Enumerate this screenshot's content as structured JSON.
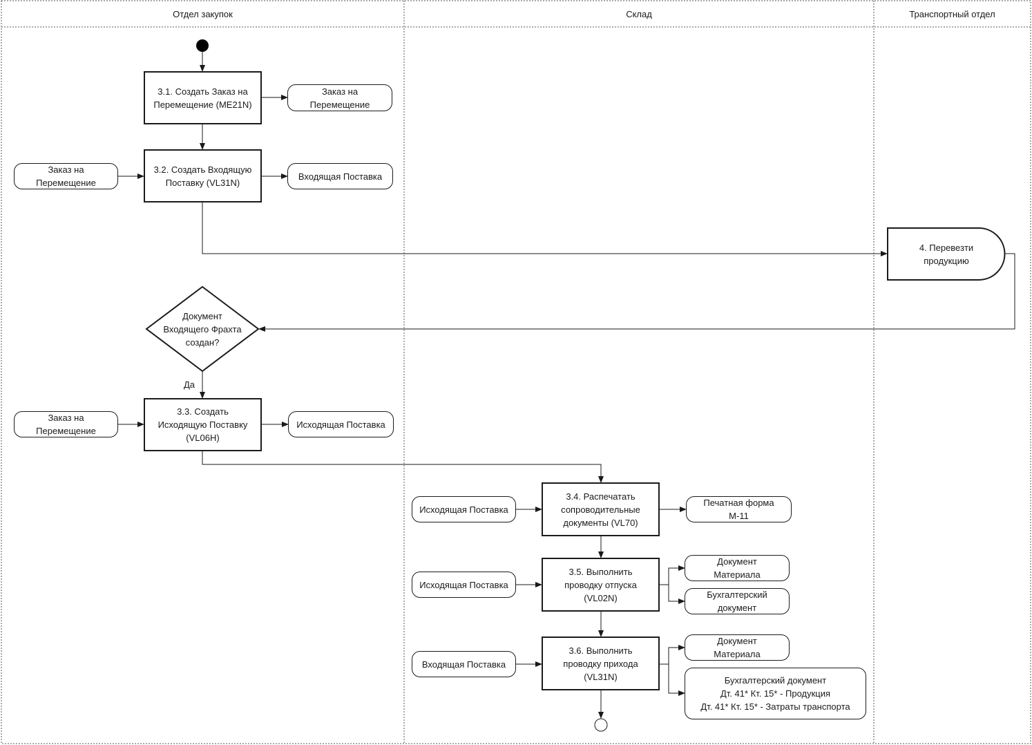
{
  "lanes": {
    "purchasing": "Отдел закупок",
    "warehouse": "Склад",
    "transport": "Транспортный отдел"
  },
  "steps": {
    "s31": "3.1. Создать Заказ на\nПеремещение (ME21N)",
    "s32": "3.2. Создать Входящую\nПоставку (VL31N)",
    "s33": "3.3. Создать\nИсходящую Поставку\n(VL06H)",
    "s34": "3.4. Распечатать\nсопроводительные\nдокументы (VL70)",
    "s35": "3.5. Выполнить\nпроводку отпуска\n(VL02N)",
    "s36": "3.6. Выполнить\nпроводку прихода\n(VL31N)",
    "s4": "4. Перевезти\nпродукцию"
  },
  "decision": {
    "text": "Документ\nВходящего Фрахта\nсоздан?",
    "yes_label": "Да"
  },
  "docs": {
    "order_out_31": "Заказ на\nПеремещение",
    "order_in_32": "Заказ на\nПеремещение",
    "inbound_out_32": "Входящая Поставка",
    "order_in_33": "Заказ на\nПеремещение",
    "outbound_out_33": "Исходящая Поставка",
    "outbound_in_34": "Исходящая Поставка",
    "print_form_34": "Печатная форма\nМ-11",
    "outbound_in_35": "Исходящая Поставка",
    "mat_doc_35": "Документ\nМатериала",
    "acc_doc_35": "Бухгалтерский\nдокумент",
    "inbound_in_36": "Входящая Поставка",
    "mat_doc_36": "Документ\nМатериала",
    "acc_doc_36": "Бухгалтерский документ\nДт. 41* Кт. 15* - Продукция\nДт. 41* Кт. 15* - Затраты транспорта"
  }
}
